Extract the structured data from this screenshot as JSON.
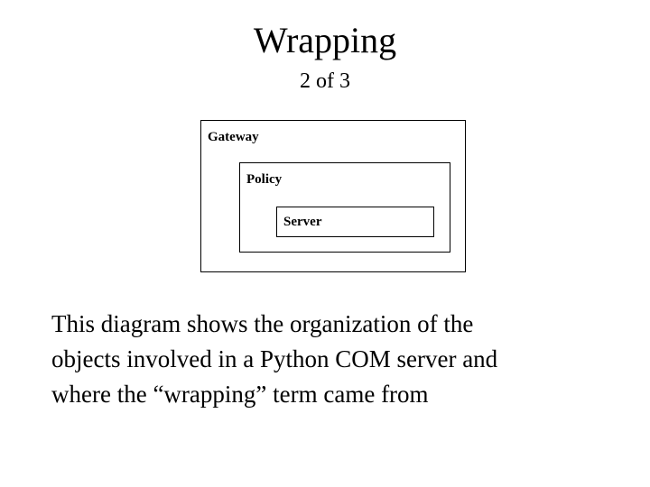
{
  "slide": {
    "background_color": "#ffffff",
    "text_color": "#000000",
    "title": "Wrapping",
    "subtitle": "2 of 3"
  },
  "diagram": {
    "name": "nested-wrapping-diagram",
    "border_color": "#000000",
    "boxes": [
      {
        "label": "Gateway",
        "level": 0
      },
      {
        "label": "Policy",
        "level": 1
      },
      {
        "label": "Server",
        "level": 2
      }
    ]
  },
  "body": {
    "lines": [
      "This diagram shows the organization of the",
      "objects involved in a Python COM server and",
      "where the “wrapping” term came from"
    ],
    "full_text": "This diagram shows the organization of the objects involved in a Python COM server and where the “wrapping” term came from"
  }
}
